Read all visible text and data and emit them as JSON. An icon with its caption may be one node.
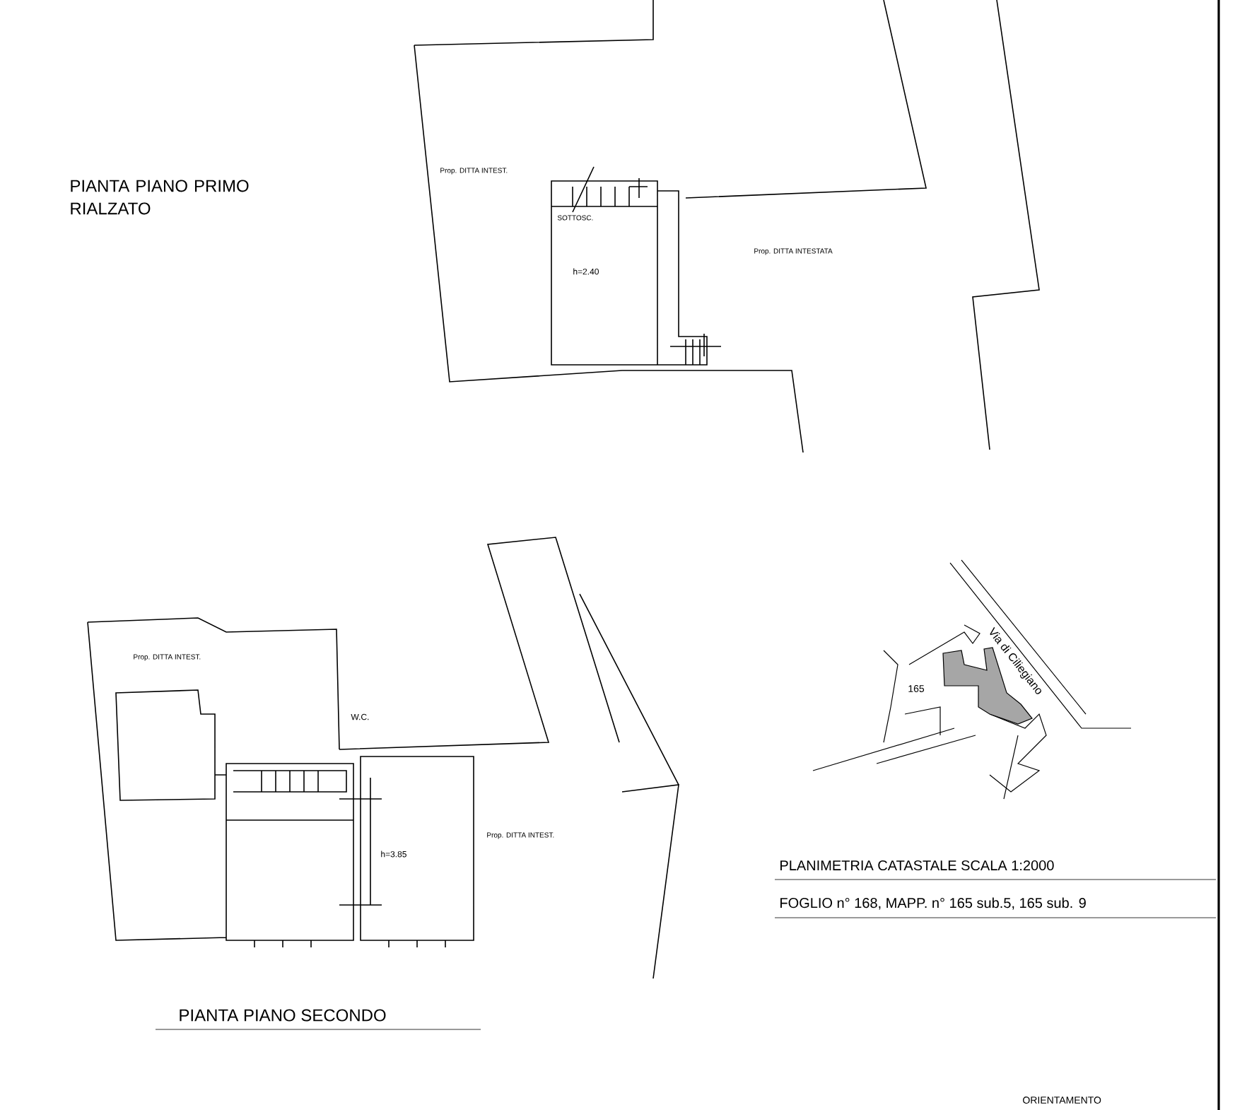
{
  "diagram": {
    "labels": [
      "Prop. DITTA INTEST.",
      "PIANTA PIANO PRIMO RIALZATO",
      "SOTTOSC.",
      "h=2.40",
      "Prop. DITTA INTESTATA",
      "Prop. DITTA INTEST.",
      "W.C.",
      "Via di Ciliegiano",
      "165",
      "h=3.85",
      "Prop. DITTA INTEST.",
      "PLANIMETRIA CATASTALE SCALA 1:2000",
      "FOGLIO n° 168, MAPP. n° 165 sub.5, 165 sub. 9",
      "PIANTA PIANO SECONDO",
      "ORIENTAMENTO"
    ]
  }
}
